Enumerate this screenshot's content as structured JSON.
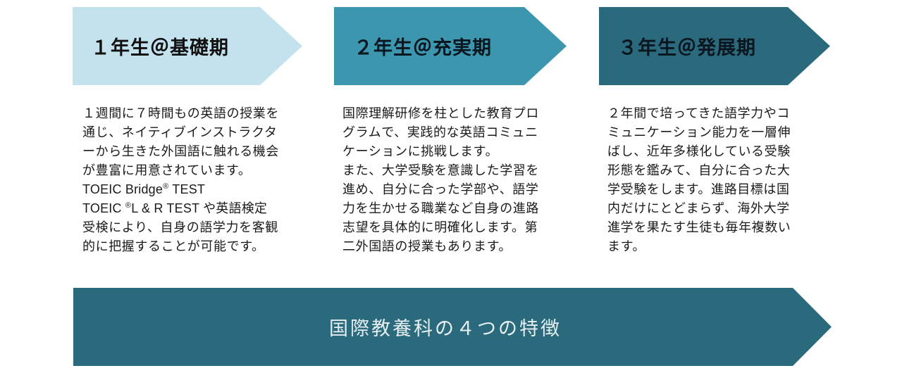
{
  "stages": [
    {
      "title": "１年生＠基礎期",
      "lines": [
        "１週間に７時間もの英語の授業を",
        "通じ、ネイティブインストラクタ",
        "ーから生きた外国語に触れる機会",
        "が豊富に用意されています。"
      ],
      "test_line_1": "TOEIC Bridge",
      "test_line_1_mark": "®",
      "test_line_1_end": " TEST",
      "test_line_2_start": "TOEIC ",
      "test_line_2_mark": "®",
      "test_line_2_end": "L & R TEST や英語検定",
      "tail_lines": [
        "受検により、自身の語学力を客観",
        "的に把握することが可能です。"
      ]
    },
    {
      "title": "２年生＠充実期",
      "lines": [
        "国際理解研修を柱とした教育プロ",
        "グラムで、実践的な英語コミュニ",
        "ケーションに挑戦します。",
        "また、大学受験を意識した学習を",
        "進め、自分に合った学部や、語学",
        "力を生かせる職業など自身の進路",
        "志望を具体的に明確化します。第",
        "二外国語の授業もあります。"
      ]
    },
    {
      "title": "３年生＠発展期",
      "lines": [
        "２年間で培ってきた語学力やコ",
        "ミュニケーション能力を一層伸",
        "ばし、近年多様化している受験",
        "形態を鑑みて、自分に合った大",
        "学受験をします。進路目標は国",
        "内だけにとどまらず、海外大学",
        "進学を果たす生徒も毎年複数い",
        "ます。"
      ]
    }
  ],
  "banner": {
    "label": "国際教養科の４つの特徴"
  },
  "colors": {
    "stage1": "#c4e2ee",
    "stage2": "#3b96ae",
    "stage3": "#2a6a7c",
    "banner": "#2a6a7c"
  }
}
